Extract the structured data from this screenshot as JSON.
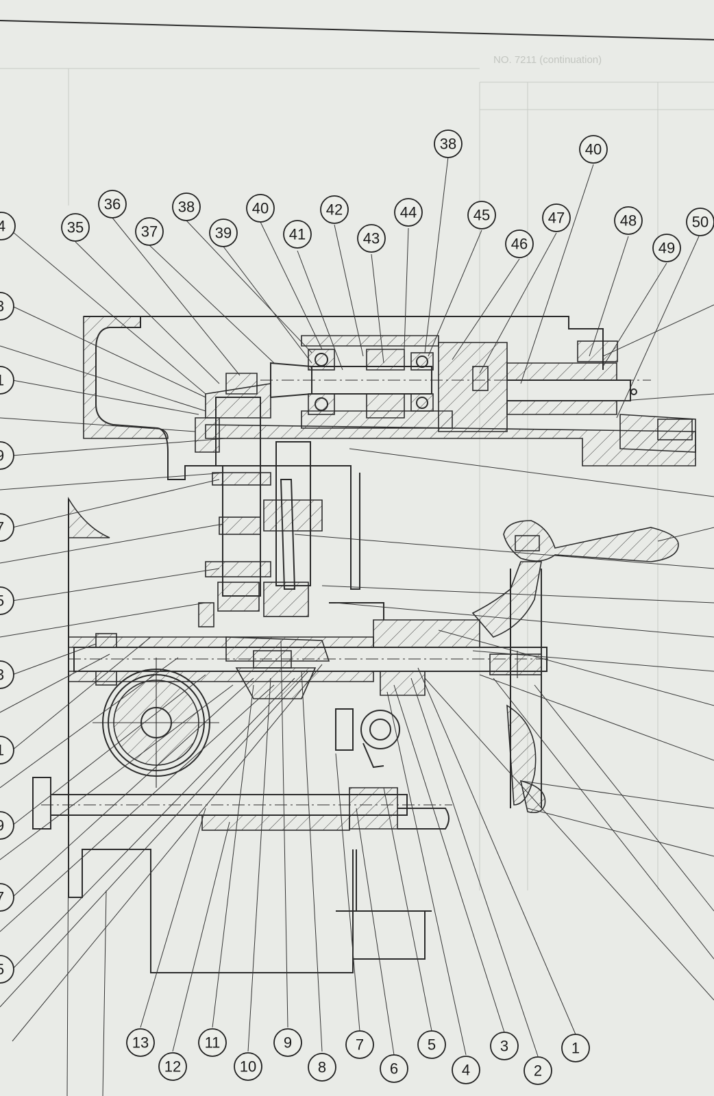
{
  "document": {
    "header_ghost": "NO. 7211 (continuation)",
    "type": "exploded cross-section parts diagram"
  },
  "colors": {
    "paper": "#e9ebe7",
    "ink": "#2a2a2a"
  },
  "callouts_top": [
    {
      "label": "4"
    },
    {
      "label": "35"
    },
    {
      "label": "36"
    },
    {
      "label": "37"
    },
    {
      "label": "38"
    },
    {
      "label": "39"
    },
    {
      "label": "40"
    },
    {
      "label": "41"
    },
    {
      "label": "42"
    },
    {
      "label": "43"
    },
    {
      "label": "44"
    },
    {
      "label": "38"
    },
    {
      "label": "45"
    },
    {
      "label": "46"
    },
    {
      "label": "47"
    },
    {
      "label": "40"
    },
    {
      "label": "48"
    },
    {
      "label": "49"
    },
    {
      "label": "50"
    }
  ],
  "callouts_left": [
    {
      "label": "3"
    },
    {
      "label": "1"
    },
    {
      "label": "9"
    },
    {
      "label": "7"
    },
    {
      "label": "5"
    },
    {
      "label": "3"
    },
    {
      "label": "1"
    },
    {
      "label": "9"
    },
    {
      "label": "7"
    },
    {
      "label": "5"
    }
  ],
  "callouts_bottom": [
    {
      "label": "13"
    },
    {
      "label": "12"
    },
    {
      "label": "11"
    },
    {
      "label": "10"
    },
    {
      "label": "9"
    },
    {
      "label": "8"
    },
    {
      "label": "7"
    },
    {
      "label": "6"
    },
    {
      "label": "5"
    },
    {
      "label": "4"
    },
    {
      "label": "3"
    },
    {
      "label": "2"
    },
    {
      "label": "1"
    }
  ]
}
